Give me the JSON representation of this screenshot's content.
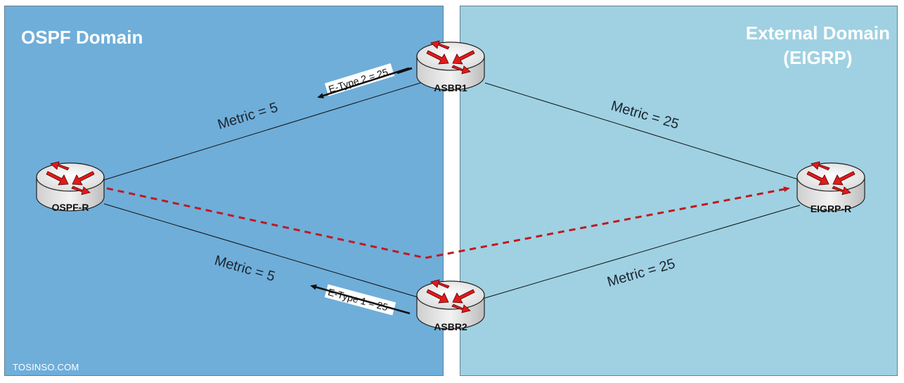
{
  "domains": {
    "ospf": {
      "title": "OSPF Domain"
    },
    "external": {
      "title": "External Domain\n(EIGRP)"
    }
  },
  "routers": {
    "ospf_r": {
      "label": "OSPF-R"
    },
    "asbr1": {
      "label": "ASBR1"
    },
    "asbr2": {
      "label": "ASBR2"
    },
    "eigrp_r": {
      "label": "EIGRP-R"
    }
  },
  "links": {
    "ospf_asbr1": {
      "metric": "Metric = 5"
    },
    "ospf_asbr2": {
      "metric": "Metric = 5"
    },
    "asbr1_eigrp": {
      "metric": "Metric = 25"
    },
    "asbr2_eigrp": {
      "metric": "Metric = 25"
    }
  },
  "advertisements": {
    "asbr1": {
      "label": "E-Type 2 = 25"
    },
    "asbr2": {
      "label": "E-Type 1 = 25"
    }
  },
  "colors": {
    "ospf_zone": "#6faed9",
    "external_zone": "#9fd1e2",
    "path": "#c0191f",
    "router_arrow": "#e01b1b"
  },
  "watermark": "TOSINSO.COM"
}
